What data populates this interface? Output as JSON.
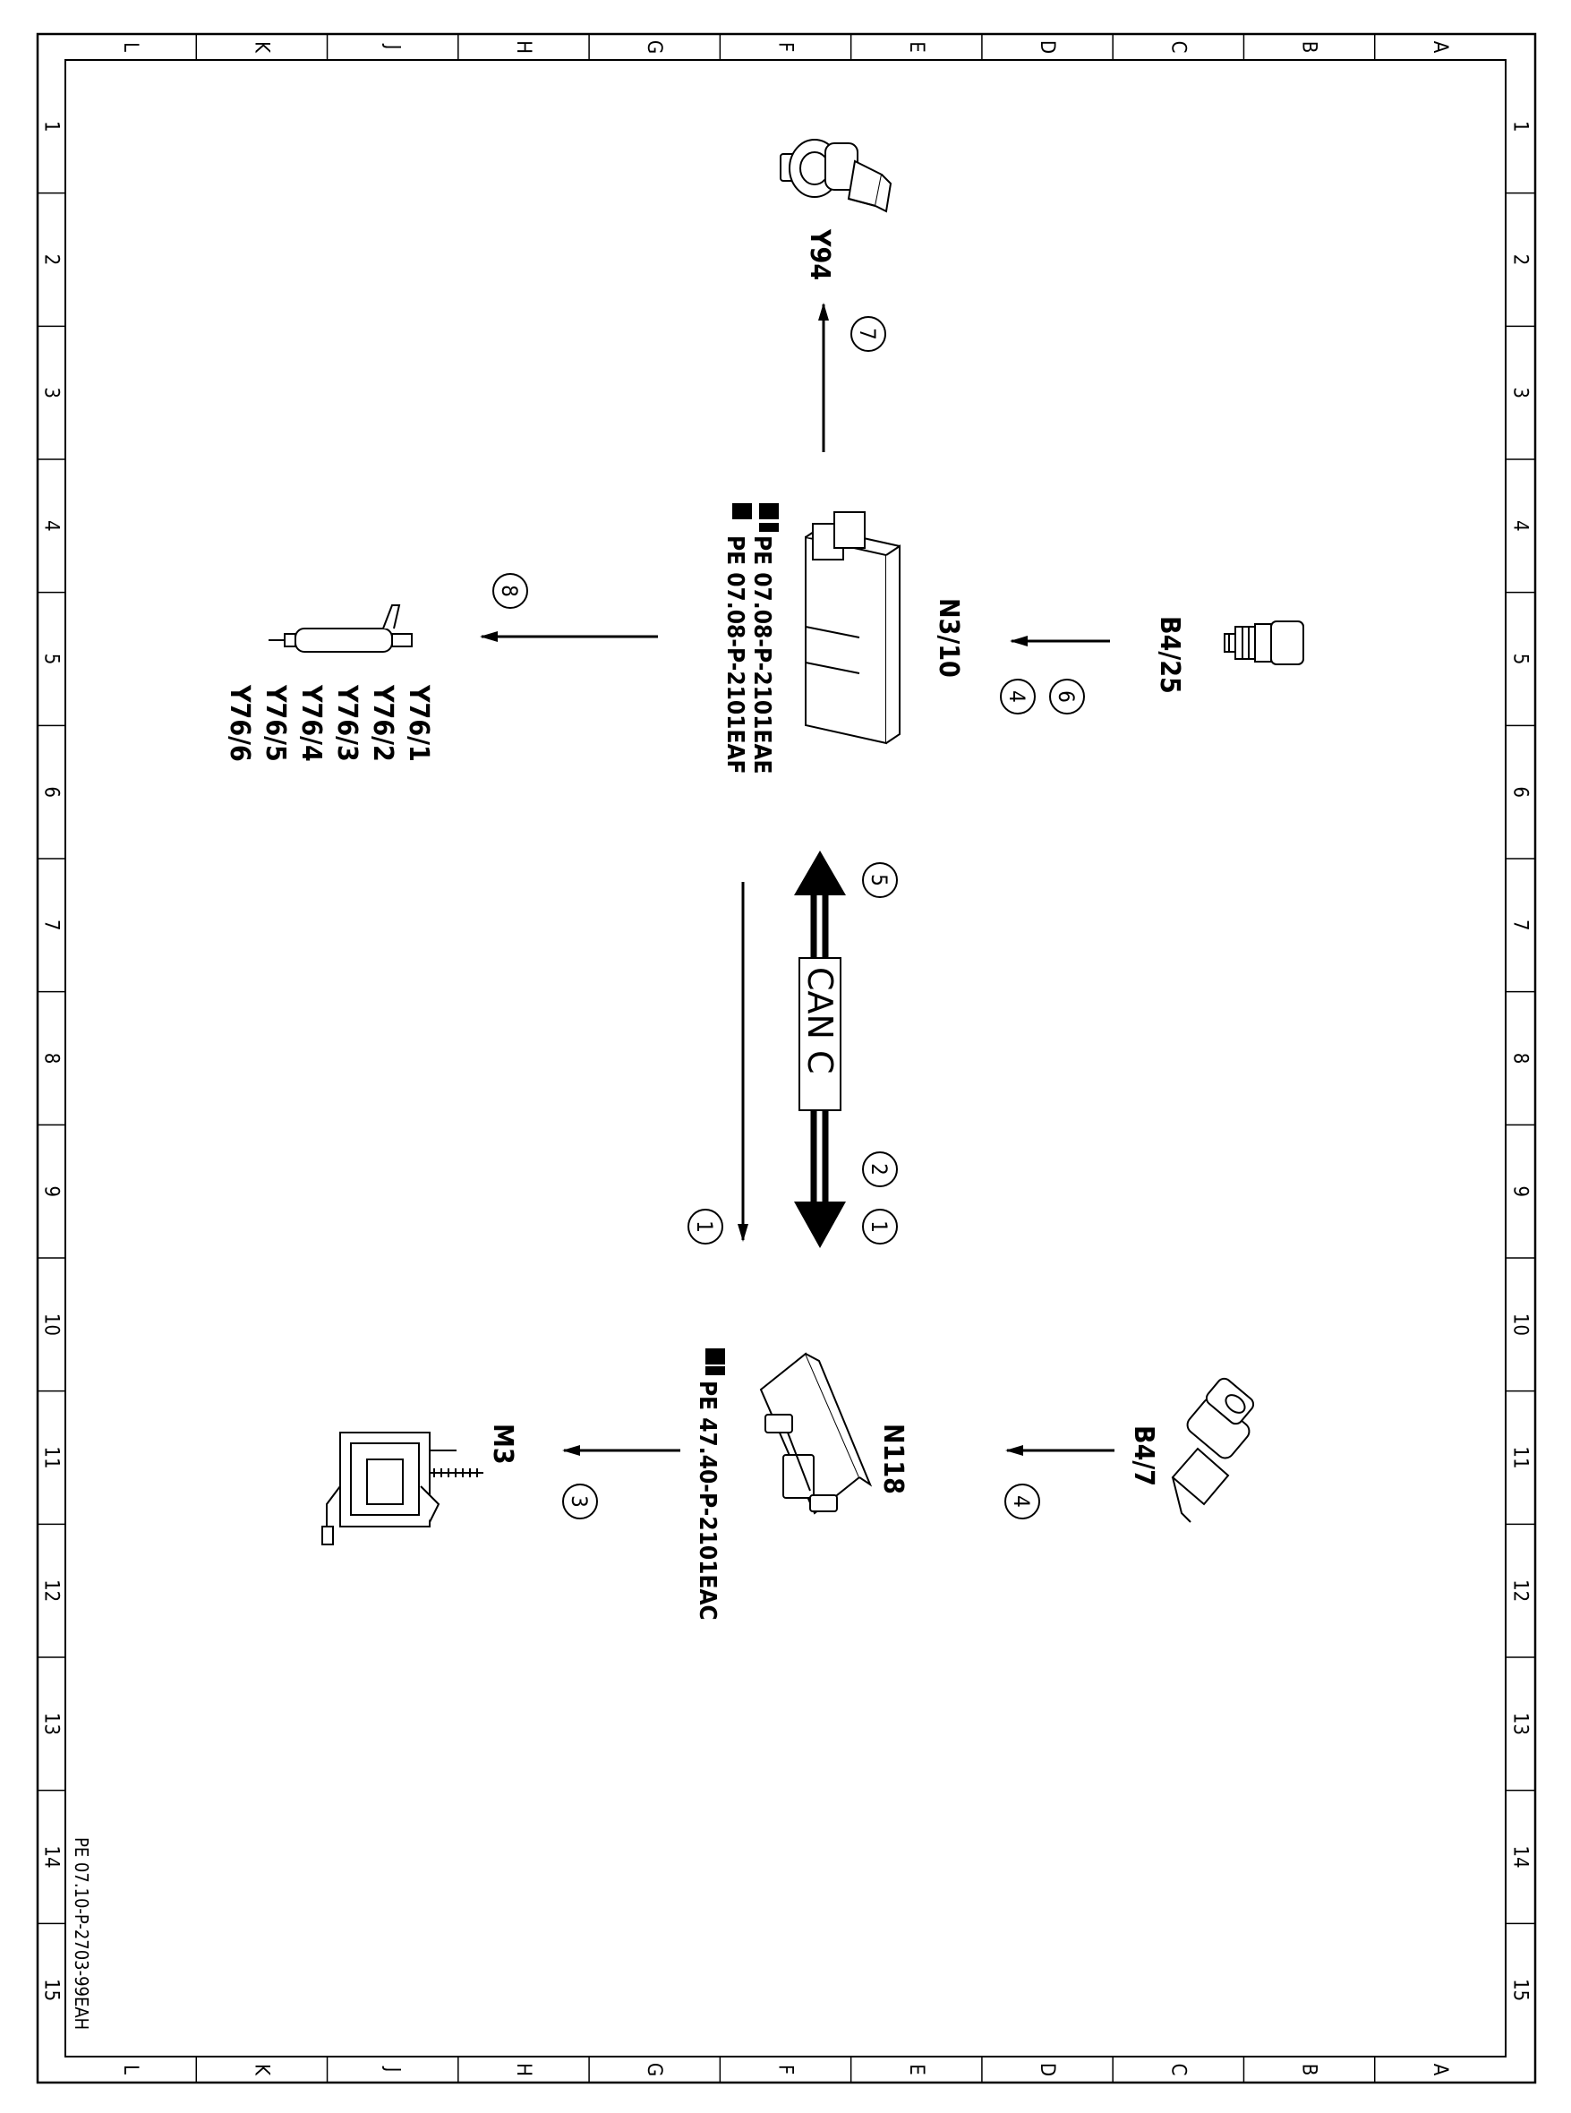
{
  "frame": {
    "columns": [
      "L",
      "K",
      "J",
      "H",
      "G",
      "F",
      "E",
      "D",
      "C",
      "B",
      "A"
    ],
    "rows": [
      "1",
      "2",
      "3",
      "4",
      "5",
      "6",
      "7",
      "8",
      "9",
      "10",
      "11",
      "12",
      "13",
      "14",
      "15"
    ]
  },
  "document_code": "PE 07.10-P-2703-99EAH",
  "components": {
    "y94": {
      "label": "Y94"
    },
    "n3_10": {
      "label": "N3/10",
      "refs": [
        "PE 07.08-P-2101EAE",
        "PE 07.08-P-2101EAF"
      ]
    },
    "b4_25": {
      "label": "B4/25"
    },
    "y76": {
      "labels": [
        "Y76/1",
        "Y76/2",
        "Y76/3",
        "Y76/4",
        "Y76/5",
        "Y76/6"
      ]
    },
    "n118": {
      "label": "N118",
      "refs": [
        "PE 47.40-P-2101EAC"
      ]
    },
    "b4_7": {
      "label": "B4/7"
    },
    "m3": {
      "label": "M3"
    }
  },
  "bus": {
    "label": "CAN C"
  },
  "signals": {
    "s1": "1",
    "s2": "2",
    "s3": "3",
    "s4": "4",
    "s5": "5",
    "s6": "6",
    "s7": "7",
    "s8": "8"
  }
}
